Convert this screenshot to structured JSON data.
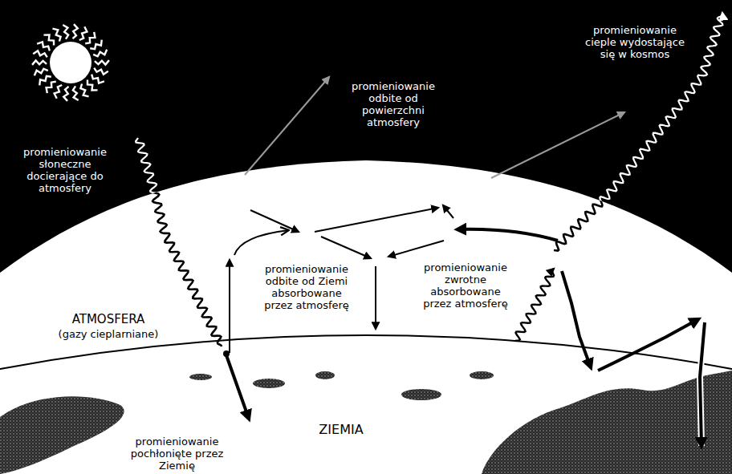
{
  "diagram": {
    "labels": [
      "promieniowanie cieple wydostające się w kosmos",
      "promieniowanie odbite od powierzchni atmosfery",
      "promieniowanie słoneczne docierające do atmosfery",
      "promieniowanie odbite od Ziemi absorbowane przez atmosferę",
      "promieniowanie zwrotne absorbowane przez atmosferę",
      "ATMOSFERA",
      "(gazy cieplarniane)",
      "ZIEMIA",
      "promieniowanie pochłonięte przez Ziemię"
    ]
  }
}
